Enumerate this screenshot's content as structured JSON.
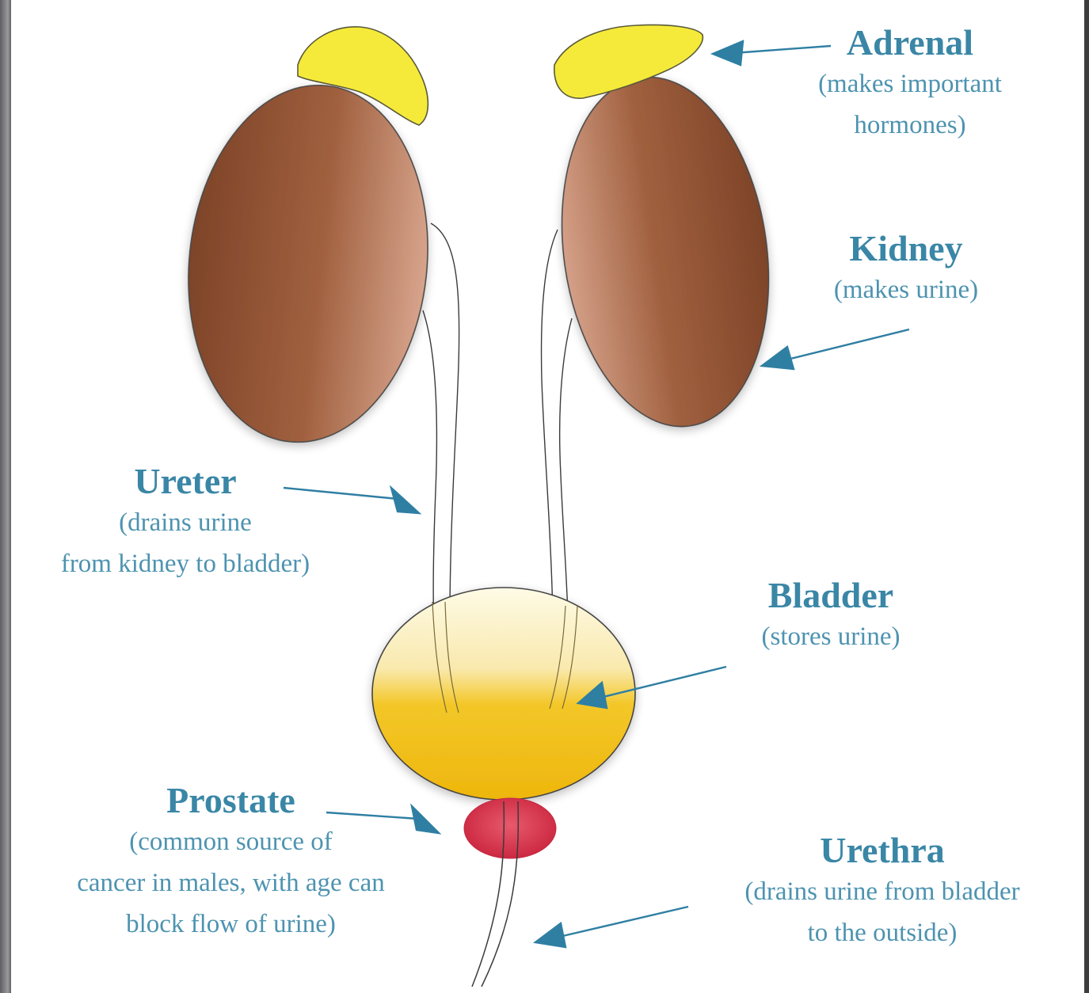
{
  "labels": {
    "adrenal": {
      "title": "Adrenal",
      "lines": [
        "(makes important",
        "hormones)"
      ]
    },
    "kidney": {
      "title": "Kidney",
      "lines": [
        "(makes urine)"
      ]
    },
    "ureter": {
      "title": "Ureter",
      "lines": [
        "(drains urine",
        "from kidney to bladder)"
      ]
    },
    "bladder": {
      "title": "Bladder",
      "lines": [
        "(stores urine)"
      ]
    },
    "prostate": {
      "title": "Prostate",
      "lines": [
        "(common source of",
        "cancer in males, with age can",
        "block flow of urine)"
      ]
    },
    "urethra": {
      "title": "Urethra",
      "lines": [
        "(drains urine from bladder",
        "to the outside)"
      ]
    }
  },
  "colors": {
    "label_text": "#3a86a6",
    "arrow": "#2f7fa3",
    "adrenal": "#f5ea3a",
    "kidney": "#9b5a3c",
    "bladder_fill": "#f0bb10",
    "prostate": "#d63a52"
  }
}
